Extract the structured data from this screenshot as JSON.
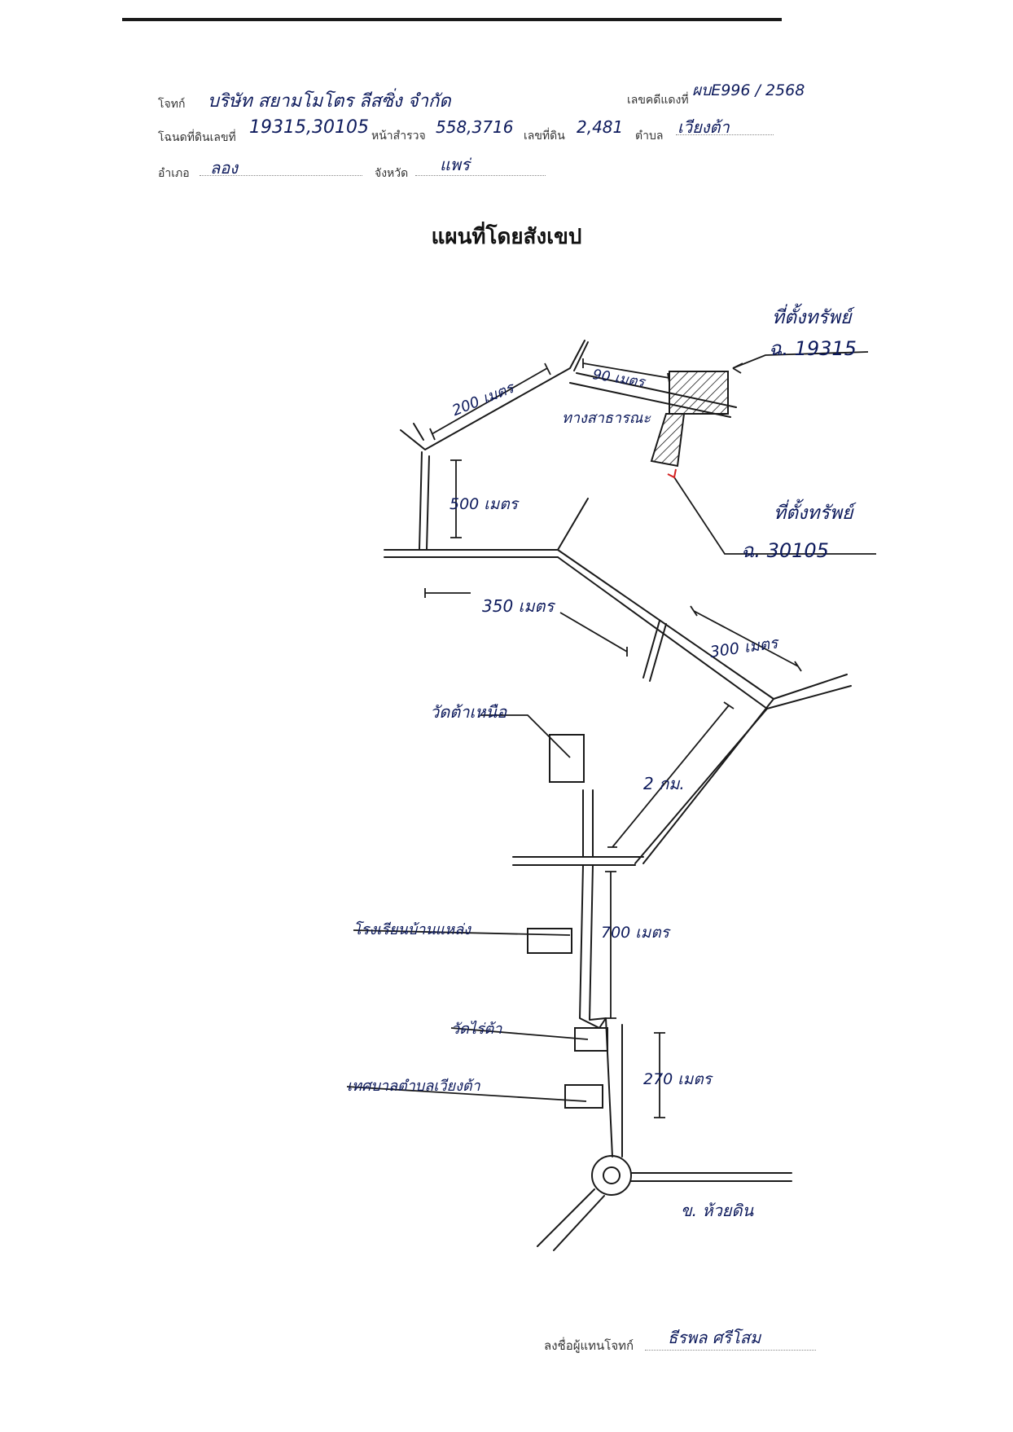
{
  "header": {
    "plaintiff_label": "โจทก์",
    "plaintiff_value": "บริษัท สยามโมโตร ลีสซิ่ง จำกัด",
    "case_label": "เลขคดีแดงที่",
    "case_value": "ผบE996 / 2568",
    "deed_label": "โฉนดที่ดินเลขที่",
    "deed_value": "19315,30105",
    "survey_label": "หน้าสำรวจ",
    "survey_value": "558,3716",
    "land_no_label": "เลขที่ดิน",
    "land_no_value": "2,481",
    "subdistrict_label": "ตำบล",
    "subdistrict_value": "เวียงต้า",
    "district_label": "อำเภอ",
    "district_value": "ลอง",
    "province_label": "จังหวัด",
    "province_value": "แพร่"
  },
  "title": "แผนที่โดยสังเขป",
  "map": {
    "site1_title": "ที่ตั้งทรัพย์",
    "site1_deed": "ฉ. 19315",
    "site2_title": "ที่ตั้งทรัพย์",
    "site2_deed": "ฉ. 30105",
    "public_road": "ทางสาธารณะ",
    "dist_90": "90 เมตร",
    "dist_200": "200 เมตร",
    "dist_500": "500 เมตร",
    "dist_350": "350 เมตร",
    "dist_300": "300 เมตร",
    "dist_2km": "2 กม.",
    "dist_700": "700 เมตร",
    "dist_270": "270 เมตร",
    "temple_name": "วัดต้าเหนือ",
    "school_name": "โรงเรียนบ้านแหล่ง",
    "temple2_name": "วัดไร่ต้า",
    "municipality_name": "เทศบาลตำบลเวียงต้า",
    "junction_name": "ข. ห้วยดิน"
  },
  "signature": {
    "label": "ลงชื่อผู้แทนโจทก์",
    "value": "ธีรพล ศรีโสม"
  }
}
